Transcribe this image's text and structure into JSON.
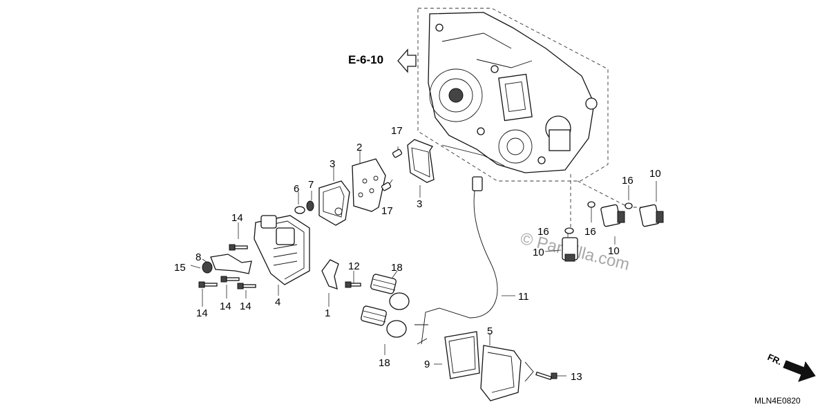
{
  "diagram": {
    "reference": "E-6-10",
    "code": "MLN4E0820",
    "direction_label": "FR.",
    "watermark": "© Partzilla.com",
    "callouts": [
      "1",
      "2",
      "3",
      "3",
      "4",
      "5",
      "6",
      "7",
      "8",
      "9",
      "10",
      "10",
      "10",
      "11",
      "12",
      "13",
      "14",
      "14",
      "14",
      "14",
      "15",
      "16",
      "16",
      "16",
      "17",
      "17",
      "18",
      "18"
    ]
  }
}
